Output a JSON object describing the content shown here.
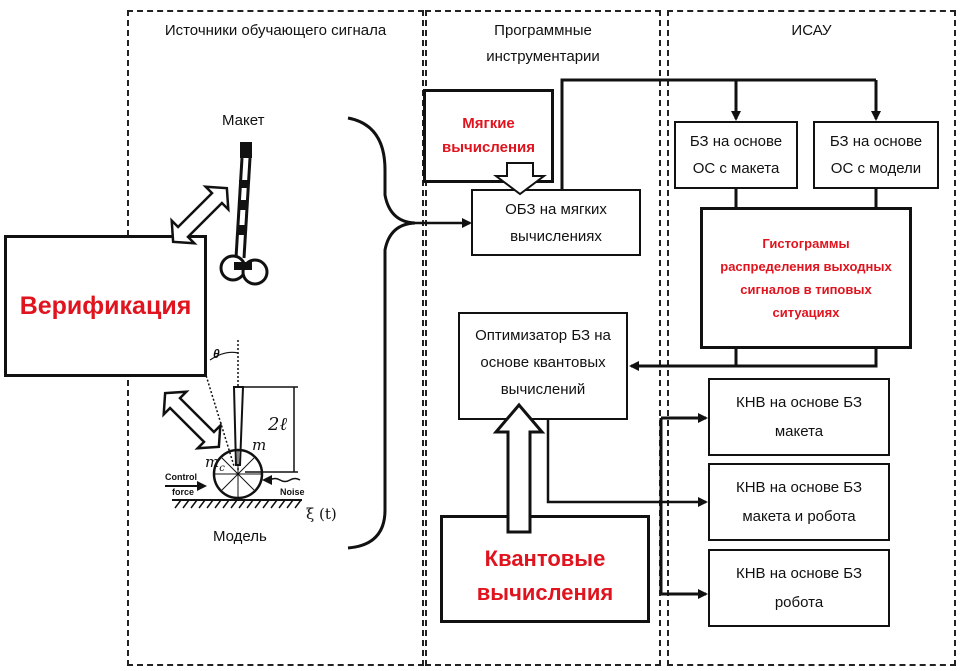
{
  "sections": {
    "sources": {
      "title": "Источники обучающего сигнала"
    },
    "software": {
      "title": "Программные\nинструментарии"
    },
    "isau": {
      "title": "ИСАУ"
    }
  },
  "left": {
    "verification": "Верификация",
    "maket_label": "Макет",
    "model_label": "Модель",
    "model_annotations": {
      "theta": "θ",
      "length": "2ℓ",
      "mass_m": "m",
      "mass_mc": "m",
      "mass_mc_sub": "c",
      "control": "Control",
      "force": "force",
      "noise": "Noise",
      "xi": "ξ (t)"
    }
  },
  "software": {
    "soft_computing": "Мягкие\nвычисления",
    "obz_soft": "ОБЗ на мягких\nвычислениях",
    "optimizer": "Оптимизатор БЗ на\nосновe квантовых\nвычислений",
    "quantum": "Квантовые\nвычисления"
  },
  "isau": {
    "kb_maket": "БЗ на основе\nОС с макета",
    "kb_model": "БЗ на основе\nОС с модели",
    "histograms": "Гистограммы\nраспределения выходных\nсигналов в типовых\nситуациях",
    "knv": [
      "КНВ на основе БЗ\nмакета",
      "КНВ на основе БЗ\nмакета и робота",
      "КНВ на основе БЗ\nробота"
    ]
  },
  "colors": {
    "accent_red": "#e0141e",
    "line": "#111111"
  }
}
